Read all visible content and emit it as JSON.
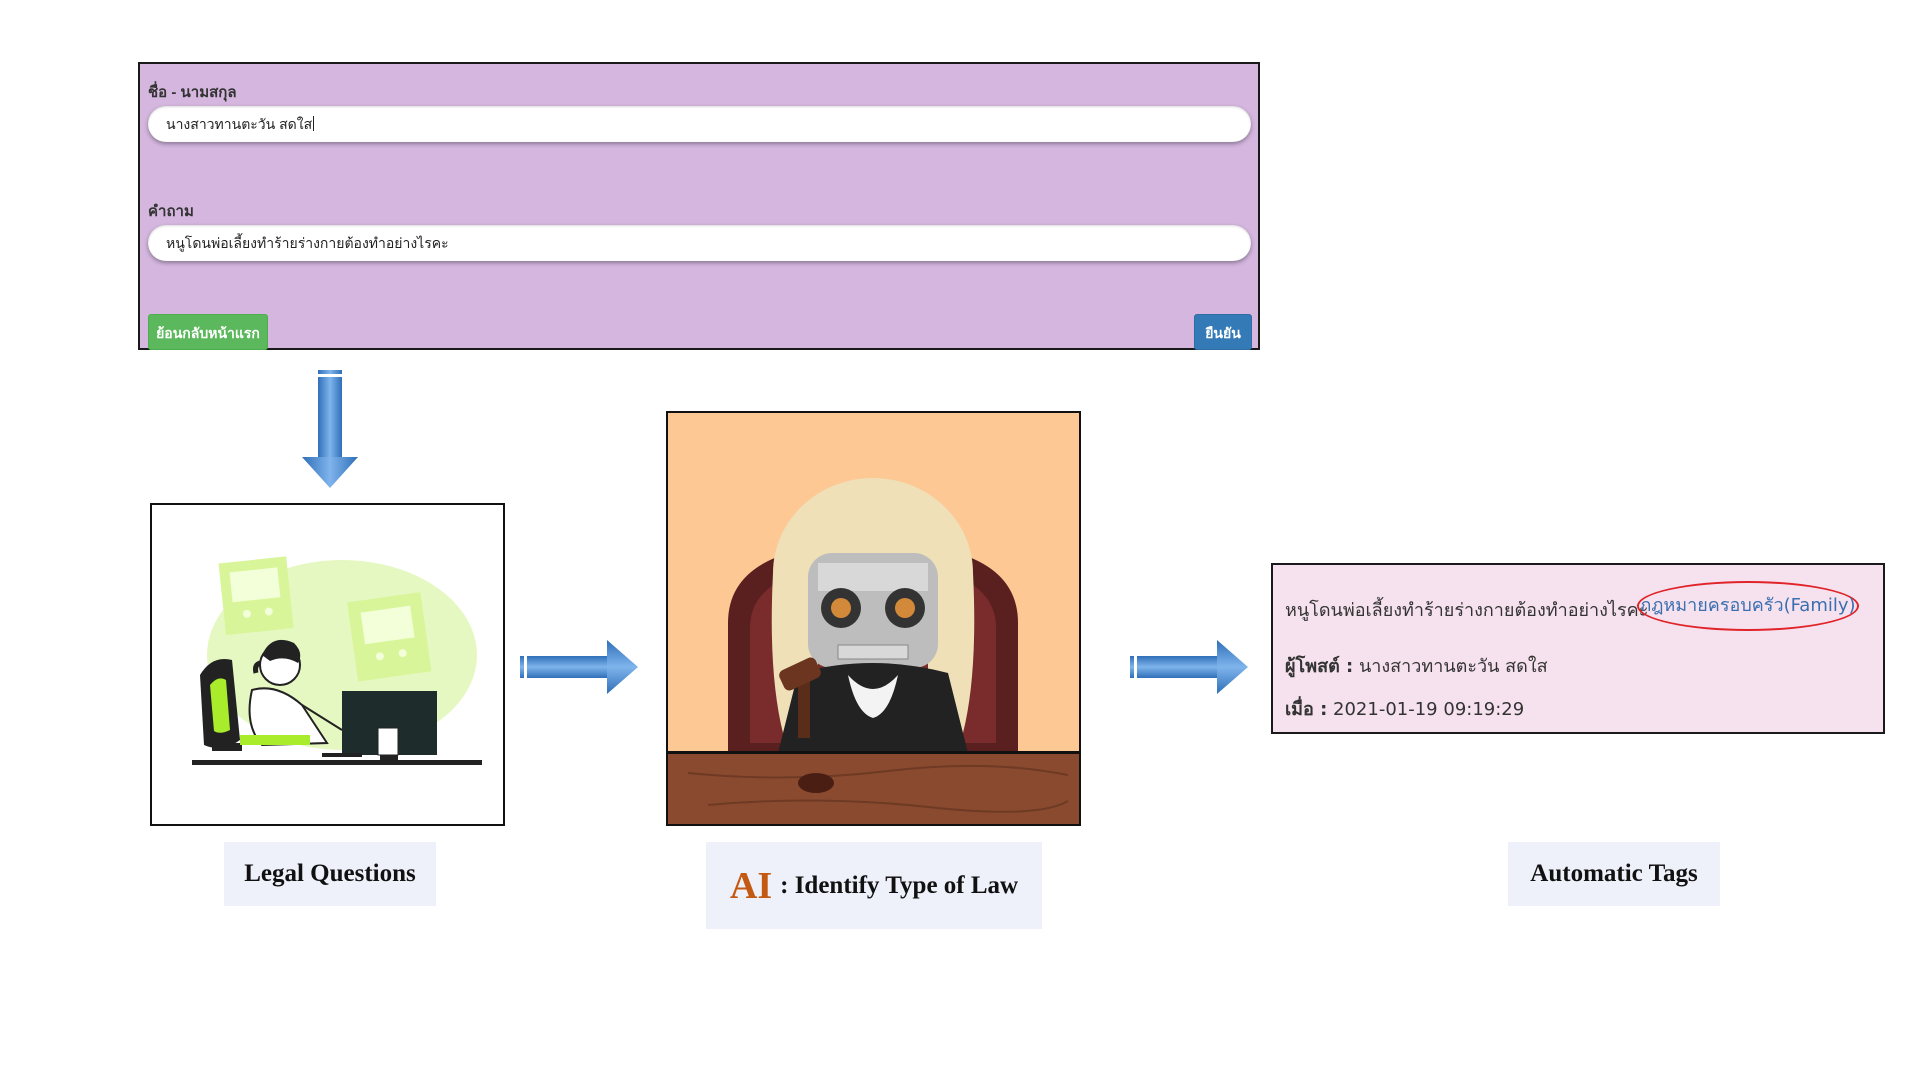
{
  "form": {
    "name_label": "ชื่อ - นามสกุล",
    "name_value": "นางสาวทานตะวัน สดใส",
    "question_label": "คำถาม",
    "question_value": "หนูโดนพ่อเลี้ยงทำร้ายร่างกายต้องทำอย่างไรคะ",
    "back_button": "ย้อนกลับหน้าแรก",
    "confirm_button": "ยืนยัน"
  },
  "result_card": {
    "question_text": "หนูโดนพ่อเลี้ยงทำร้ายร่างกายต้องทำอย่างไรคะ",
    "tag_text": "กฎหมายครอบครัว(Family)",
    "poster_label": "ผู้โพสต์ :",
    "poster_value": "นางสาวทานตะวัน สดใส",
    "time_label": "เมื่อ :",
    "time_value": "2021-01-19 09:19:29"
  },
  "captions": {
    "legal_questions": "Legal Questions",
    "ai_prefix": "AI",
    "ai_rest": ": Identify Type of Law",
    "automatic_tags": "Automatic Tags"
  },
  "colors": {
    "form_bg": "#d4b6df",
    "back_button": "#5cb85c",
    "confirm_button": "#337ab7",
    "arrow": "#4a90d9",
    "card_bg": "#f6e2ee",
    "tag_circle": "#e0242a",
    "ai_accent": "#c45a11"
  }
}
